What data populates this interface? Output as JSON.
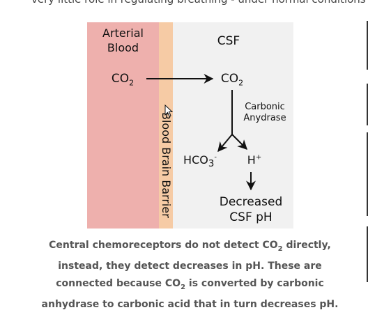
{
  "top_text": "very little role in regulating breathing - under normal conditions",
  "diagram": {
    "blood_title": "Arterial Blood",
    "csf_title": "CSF",
    "co2_left": {
      "base": "CO",
      "sub": "2"
    },
    "co2_right": {
      "base": "CO",
      "sub": "2"
    },
    "enzyme": "Carbonic Anydrase",
    "hco3": {
      "base": "HCO",
      "sub": "3",
      "sup": "-"
    },
    "hplus": {
      "base": "H",
      "sup": "+"
    },
    "result": "Decreased CSF pH",
    "barrier_label": "Blood Brain Barrier",
    "colors": {
      "blood": "#eeb0ad",
      "barrier": "#f6cba5",
      "csf": "#f1f1f1"
    }
  },
  "caption": {
    "p1": "Central chemoreceptors do not detect CO",
    "p1_sub": "2",
    "p2": " directly, instead, they detect decreases in pH. These are connected because CO",
    "p2_sub": "2",
    "p3": " is converted by carbonic anhydrase to carbonic acid that in turn decreases pH."
  },
  "icons": [
    "cursor-arrow-icon"
  ]
}
